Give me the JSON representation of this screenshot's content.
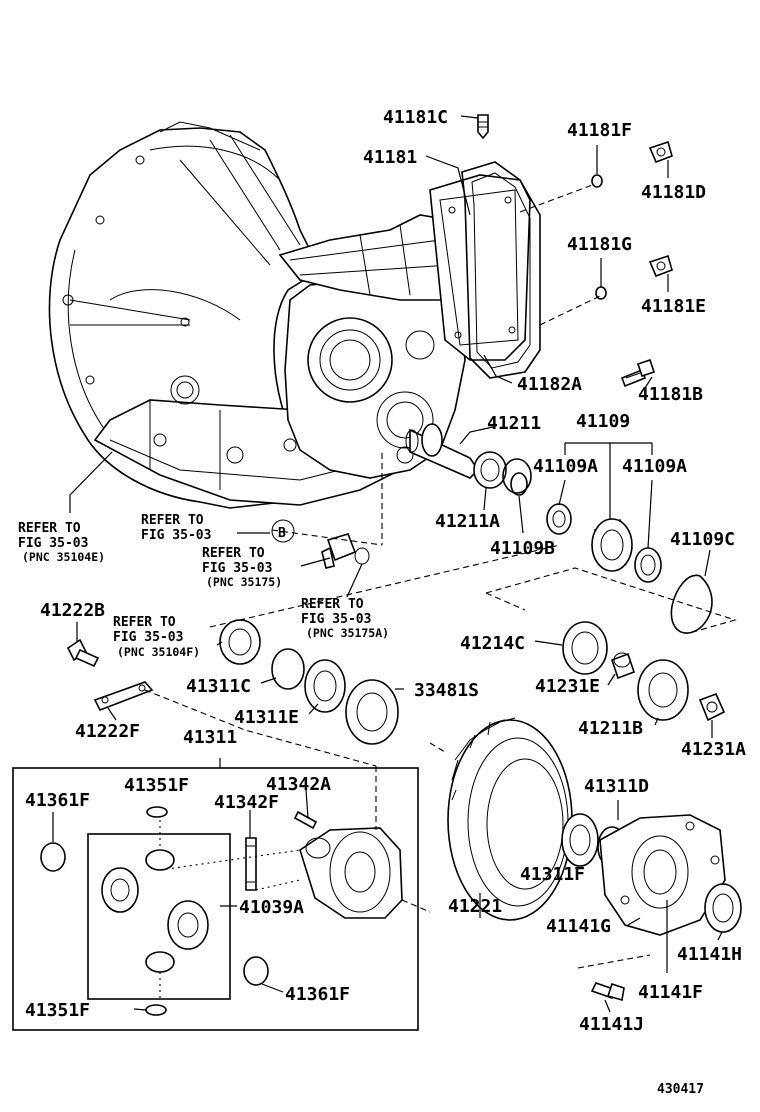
{
  "labels": {
    "p41181C": "41181C",
    "p41181": "41181",
    "p41181F": "41181F",
    "p41181D": "41181D",
    "p41181G": "41181G",
    "p41181E": "41181E",
    "p41182A": "41182A",
    "p41181B": "41181B",
    "p41211": "41211",
    "p41109": "41109",
    "p41109A_1": "41109A",
    "p41109A_2": "41109A",
    "p41211A": "41211A",
    "p41109B": "41109B",
    "p41109C": "41109C",
    "p41222B": "41222B",
    "p41214C": "41214C",
    "p41311C": "41311C",
    "p33481S": "33481S",
    "p41231E": "41231E",
    "p41311E": "41311E",
    "p41211B": "41211B",
    "p41222F": "41222F",
    "p41231A": "41231A",
    "p41311": "41311",
    "p41351F_top": "41351F",
    "p41342A": "41342A",
    "p41311D": "41311D",
    "p41361F_top": "41361F",
    "p41342F": "41342F",
    "p41039A": "41039A",
    "p41221": "41221",
    "p41311F": "41311F",
    "p41141G": "41141G",
    "p41141H": "41141H",
    "p41361F_bot": "41361F",
    "p41141F": "41141F",
    "p41351F_bot": "41351F",
    "p41141J": "41141J",
    "circleB": "B"
  },
  "refs": {
    "ref1": {
      "l1": "REFER TO",
      "l2": "FIG 35-03",
      "l3": "(PNC 35104E)"
    },
    "ref2": {
      "l1": "REFER TO",
      "l2": "FIG 35-03"
    },
    "ref3": {
      "l1": "REFER TO",
      "l2": "FIG 35-03",
      "l3": "(PNC 35175)"
    },
    "ref4": {
      "l1": "REFER TO",
      "l2": "FIG 35-03",
      "l3": "(PNC 35175A)"
    },
    "ref5": {
      "l1": "REFER TO",
      "l2": "FIG 35-03",
      "l3": "(PNC 35104F)"
    }
  },
  "footer": {
    "code": "430417"
  }
}
